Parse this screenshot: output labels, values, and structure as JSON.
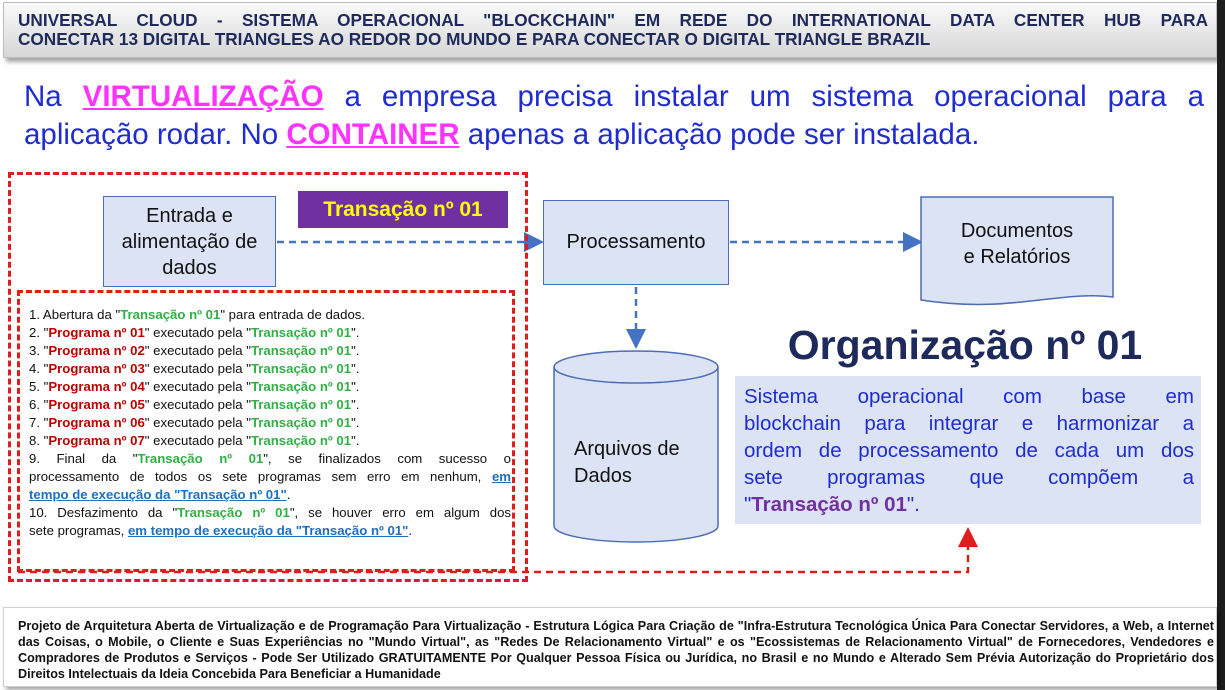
{
  "header": {
    "line1": "UNIVERSAL CLOUD - SISTEMA OPERACIONAL \"BLOCKCHAIN\" EM REDE DO INTERNATIONAL DATA CENTER HUB PARA",
    "line2": "CONECTAR 13 DIGITAL TRIANGLES AO REDOR DO MUNDO E PARA CONECTAR O DIGITAL TRIANGLE BRAZIL"
  },
  "intro": {
    "p1": "Na ",
    "hl1": "VIRTUALIZAÇÃO",
    "p2": " a empresa precisa instalar um sistema operacional para a",
    "p3": "aplicação rodar. No ",
    "hl2": "CONTAINER",
    "p4": " apenas a aplicação pode ser instalada."
  },
  "diagram": {
    "input_box": [
      "Entrada e",
      "alimentação de",
      "dados"
    ],
    "transaction_label": "Transação nº 01",
    "processing_box": "Processamento",
    "documents_box": [
      "Documentos",
      "e Relatórios"
    ],
    "database_box": [
      "Arquivos de",
      "Dados"
    ]
  },
  "steps": {
    "transacao": "Transação nº 01",
    "s1_pre": "1. Abertura da \"",
    "s1_post": "\" para entrada de dados.",
    "programs": [
      {
        "num": "2.",
        "name": "Programa nº 01"
      },
      {
        "num": "3.",
        "name": "Programa nº 02"
      },
      {
        "num": "4.",
        "name": "Programa nº 03"
      },
      {
        "num": "5.",
        "name": "Programa nº 04"
      },
      {
        "num": "6.",
        "name": "Programa nº 05"
      },
      {
        "num": "7.",
        "name": "Programa nº 06"
      },
      {
        "num": "8.",
        "name": "Programa nº 07"
      }
    ],
    "exec_text": "\" executado pela \"",
    "s9_pre": "9. Final da \"",
    "s9_mid1": "\", se finalizados com sucesso o",
    "s9_mid2": "processamento de todos os sete programas sem erro em nenhum, ",
    "s9_link1": "em",
    "s9_link2": "tempo de execução da \"Transação nº 01\"",
    "s10_pre": "10. Desfazimento da \"",
    "s10_mid1": "\", se houver erro em algum dos",
    "s10_mid2": "sete programas, ",
    "s10_link": "em tempo de execução da \"Transação nº 01\""
  },
  "organization": {
    "title": "Organização nº 01",
    "desc1": "Sistema operacional com base em",
    "desc2": "blockchain para integrar e harmonizar a",
    "desc3": "ordem de processamento de cada um dos",
    "desc4": "sete programas que compõem a",
    "desc5_pre": "\"",
    "desc5_hl": "Transação nº 01",
    "desc5_post": "\"."
  },
  "footer": {
    "line1": "Projeto de Arquitetura Aberta de Virtualização e de Programação Para Virtualização - Estrutura Lógica Para Criação de \"Infra-Estrutura Tecnológica Única Para Conectar Servidores, a Web, a Internet",
    "line2": "das Coisas, o Mobile, o Cliente e Suas Experiências no \"Mundo Virtual\", as \"Redes De Relacionamento Virtual\" e os \"Ecossistemas de Relacionamento Virtual\" de Fornecedores, Vendedores e",
    "line3": "Compradores de Produtos e Serviços - Pode Ser Utilizado GRATUITAMENTE Por Qualquer Pessoa Física ou Jurídica, no Brasil e no Mundo e Alterado Sem Prévia Autorização do Proprietário dos",
    "line4": "Direitos Intelectuais da Ideia Concebida Para Beneficiar a Humanidade"
  },
  "colors": {
    "blue_text": "#1f2ccf",
    "navy": "#1f2a5c",
    "magenta": "#ff33ff",
    "red_dash": "#e01d1d",
    "green": "#2fb144",
    "dark_red": "#c00000",
    "purple": "#7030a0",
    "yellow": "#ffff00",
    "box_fill": "#dbe3f4",
    "arrow_blue": "#4472c4"
  }
}
